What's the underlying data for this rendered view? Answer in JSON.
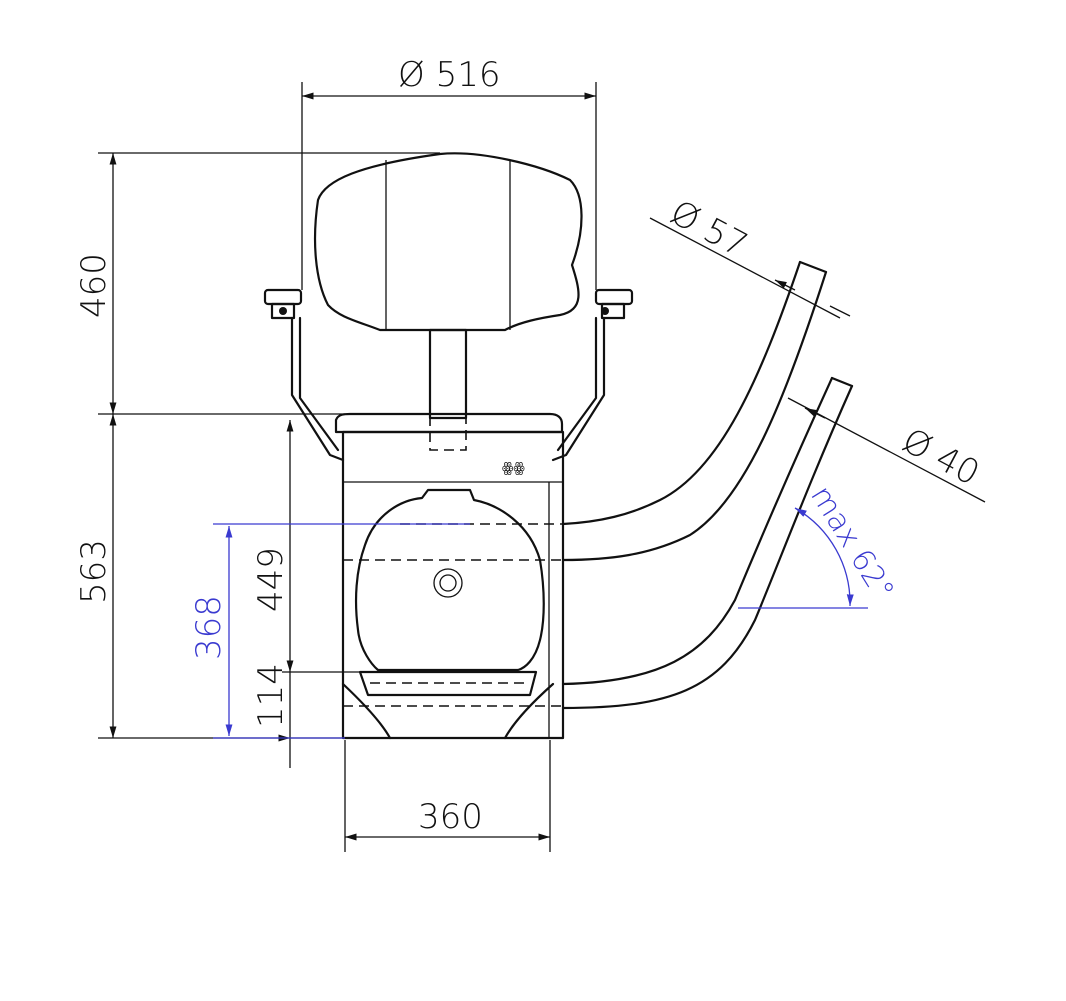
{
  "colors": {
    "line": "#111111",
    "dimension_blue": "#3a3ad0",
    "background": "#ffffff"
  },
  "dimensions": {
    "top_width": "Ø 516",
    "backrest_height": "460",
    "overall_lower_height": "563",
    "seat_height": "449",
    "footrest_reach": "368",
    "bottom_offset": "114",
    "base_width": "360",
    "rail_diameter_large": "Ø 57",
    "rail_diameter_small": "Ø 40",
    "max_angle": "max 62°"
  }
}
